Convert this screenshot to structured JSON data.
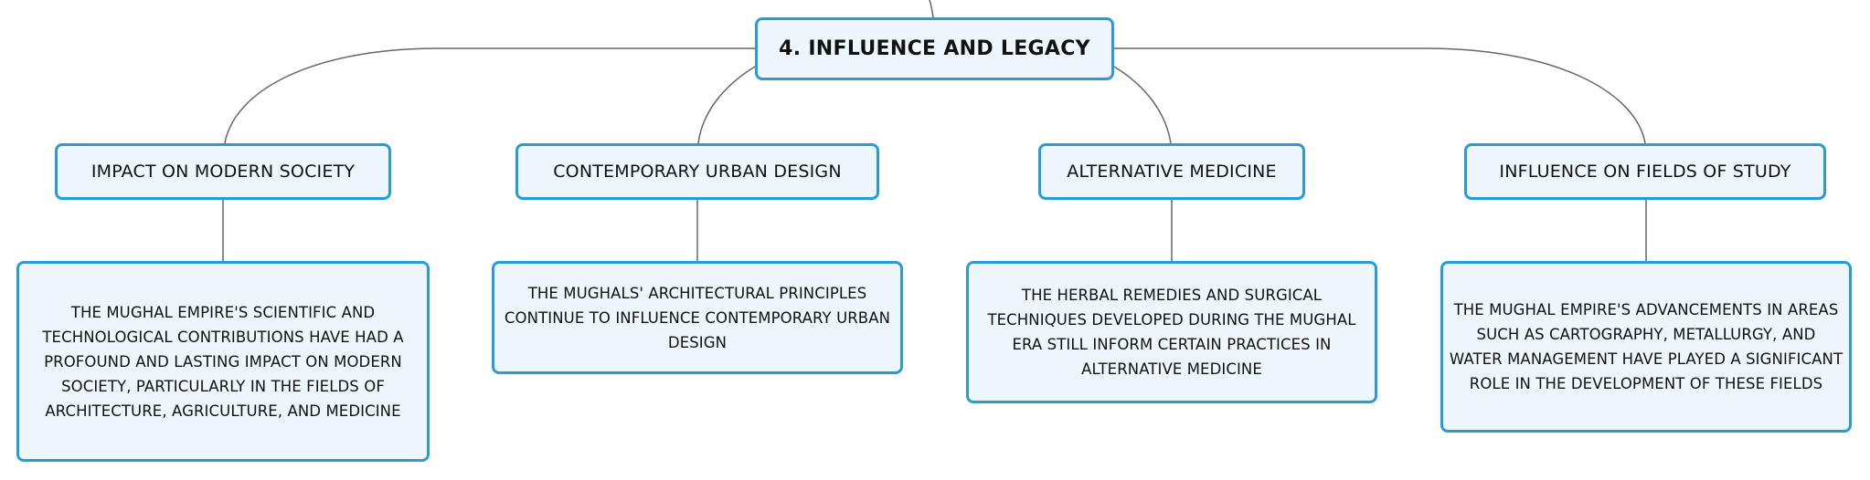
{
  "colors": {
    "node_fill": "#eef7fd",
    "node_border": "#2b9bd8",
    "connector": "#666666",
    "text": "#111111"
  },
  "root": {
    "label": "4. INFLUENCE AND LEGACY"
  },
  "branches": [
    {
      "label": "IMPACT ON MODERN SOCIETY",
      "detail": "THE MUGHAL EMPIRE'S SCIENTIFIC AND TECHNOLOGICAL CONTRIBUTIONS HAVE HAD A PROFOUND AND LASTING IMPACT ON MODERN SOCIETY, PARTICULARLY IN THE FIELDS OF ARCHITECTURE, AGRICULTURE, AND MEDICINE"
    },
    {
      "label": "CONTEMPORARY URBAN DESIGN",
      "detail": "THE MUGHALS' ARCHITECTURAL PRINCIPLES CONTINUE TO INFLUENCE CONTEMPORARY URBAN DESIGN"
    },
    {
      "label": "ALTERNATIVE MEDICINE",
      "detail": "THE HERBAL REMEDIES AND SURGICAL TECHNIQUES DEVELOPED DURING THE MUGHAL ERA STILL INFORM CERTAIN PRACTICES IN ALTERNATIVE MEDICINE"
    },
    {
      "label": "INFLUENCE ON FIELDS OF STUDY",
      "detail": "THE MUGHAL EMPIRE'S ADVANCEMENTS IN AREAS SUCH AS CARTOGRAPHY, METALLURGY, AND WATER MANAGEMENT HAVE PLAYED A SIGNIFICANT ROLE IN THE DEVELOPMENT OF THESE FIELDS"
    }
  ]
}
